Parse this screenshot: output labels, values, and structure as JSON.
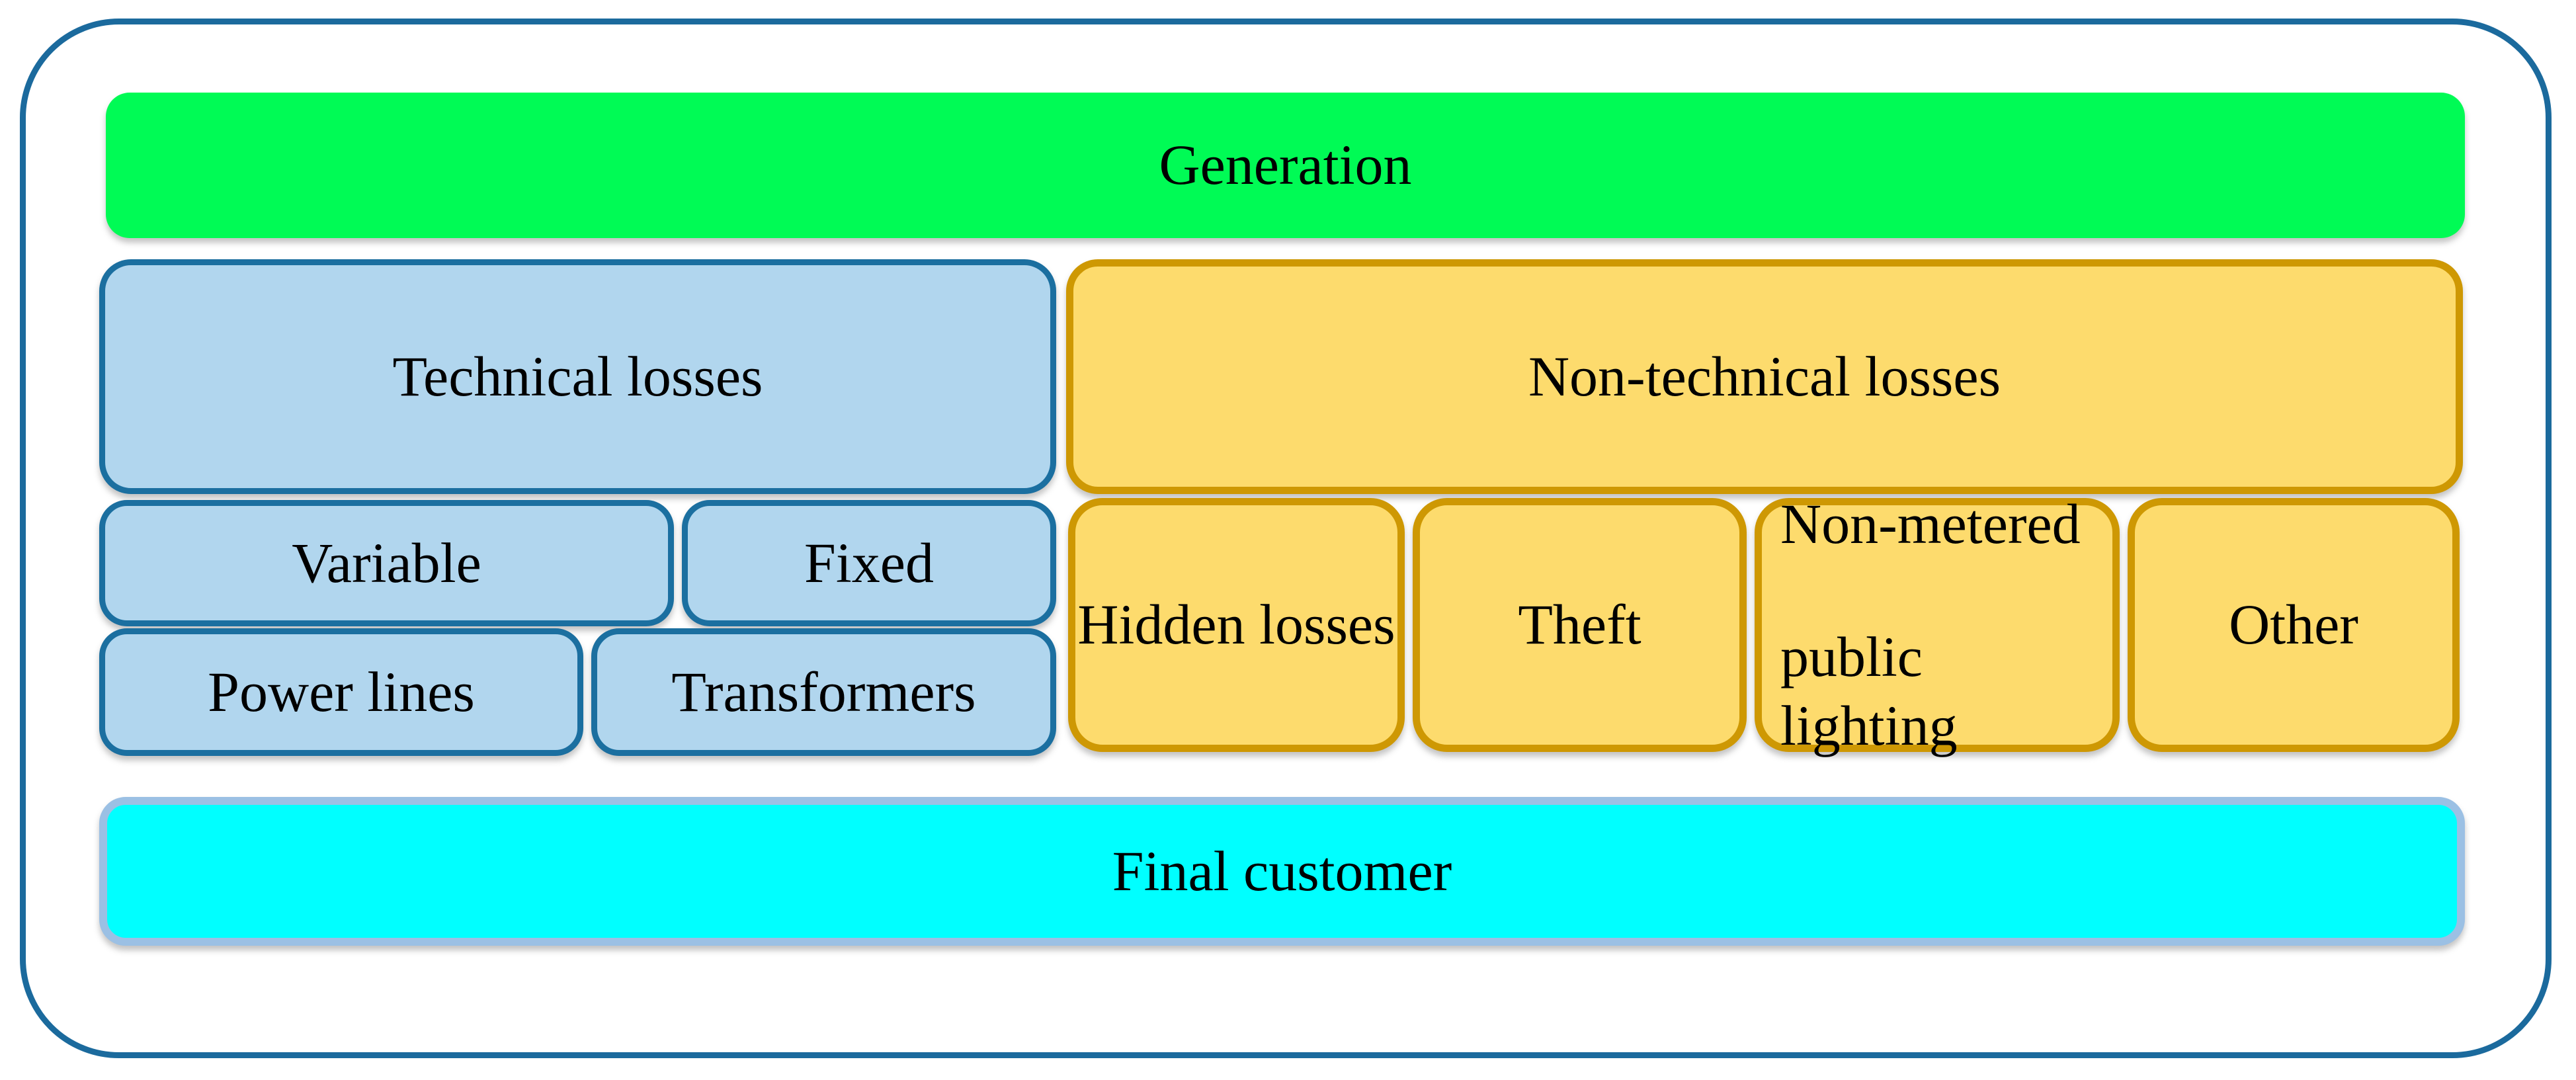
{
  "colors": {
    "outer_border": "#1B6A9D",
    "generation_fill": "#00FB55",
    "technical_fill": "#B1D6EE",
    "technical_border": "#1B6FA0",
    "nontechnical_fill": "#FDDB6D",
    "nontechnical_border": "#CE9803",
    "final_fill": "#00FFFF",
    "final_border": "#9BC0E4",
    "text": "#000000"
  },
  "nodes": {
    "generation": {
      "label": "Generation"
    },
    "technical": {
      "label": "Technical losses"
    },
    "nontechnical": {
      "label": "Non-technical losses"
    },
    "variable": {
      "label": "Variable"
    },
    "fixed": {
      "label": "Fixed"
    },
    "power_lines": {
      "label": "Power lines"
    },
    "transformers": {
      "label": "Transformers"
    },
    "hidden_losses": {
      "label": "Hidden losses"
    },
    "theft": {
      "label": "Theft"
    },
    "non_metered": {
      "label_line1": "Non-metered",
      "label_line2": "public lighting"
    },
    "other": {
      "label": "Other"
    },
    "final_customer": {
      "label": "Final customer"
    }
  }
}
